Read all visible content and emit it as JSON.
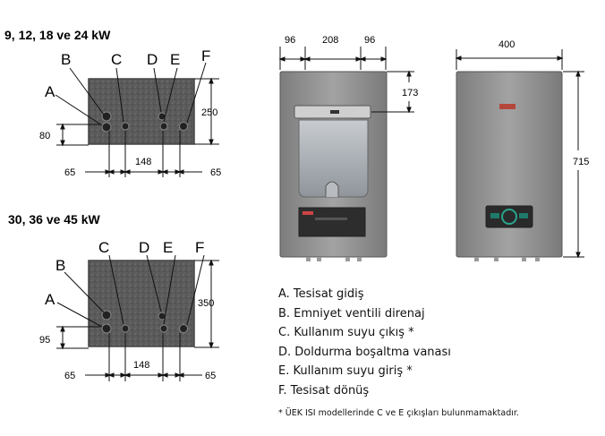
{
  "section_small": {
    "title": "9, 12, 18 ve 24 kW",
    "letters": {
      "A": "A",
      "B": "B",
      "C": "C",
      "D": "D",
      "E": "E",
      "F": "F"
    },
    "dim_height_left": "80",
    "dim_height_right": "250",
    "dim_left": "65",
    "dim_mid": "148",
    "dim_right": "65"
  },
  "section_large": {
    "title": "30, 36 ve 45 kW",
    "letters": {
      "A": "A",
      "B": "B",
      "C": "C",
      "D": "D",
      "E": "E",
      "F": "F"
    },
    "dim_height_left": "95",
    "dim_height_right": "350",
    "dim_left": "65",
    "dim_mid": "148",
    "dim_right": "65"
  },
  "front_view": {
    "dim_left": "96",
    "dim_mid": "208",
    "dim_right": "96",
    "dim_vertical": "173"
  },
  "side_view": {
    "dim_width": "400",
    "dim_height": "715"
  },
  "legend": [
    "A. Tesisat gidiş",
    "B. Emniyet ventili direnaj",
    "C. Kullanım suyu çıkış *",
    "D. Doldurma boşaltma vanası",
    "E. Kullanım suyu giriş *",
    "F. Tesisat dönüş"
  ],
  "footnote": "* ÜEK ISI modellerinde C ve E çıkışları bulunmamaktadır.",
  "colors": {
    "body": "#8e8e8e",
    "textured": "#5d5d5d",
    "panel": "#2d2d2d",
    "accent": "#1f7a6a"
  }
}
